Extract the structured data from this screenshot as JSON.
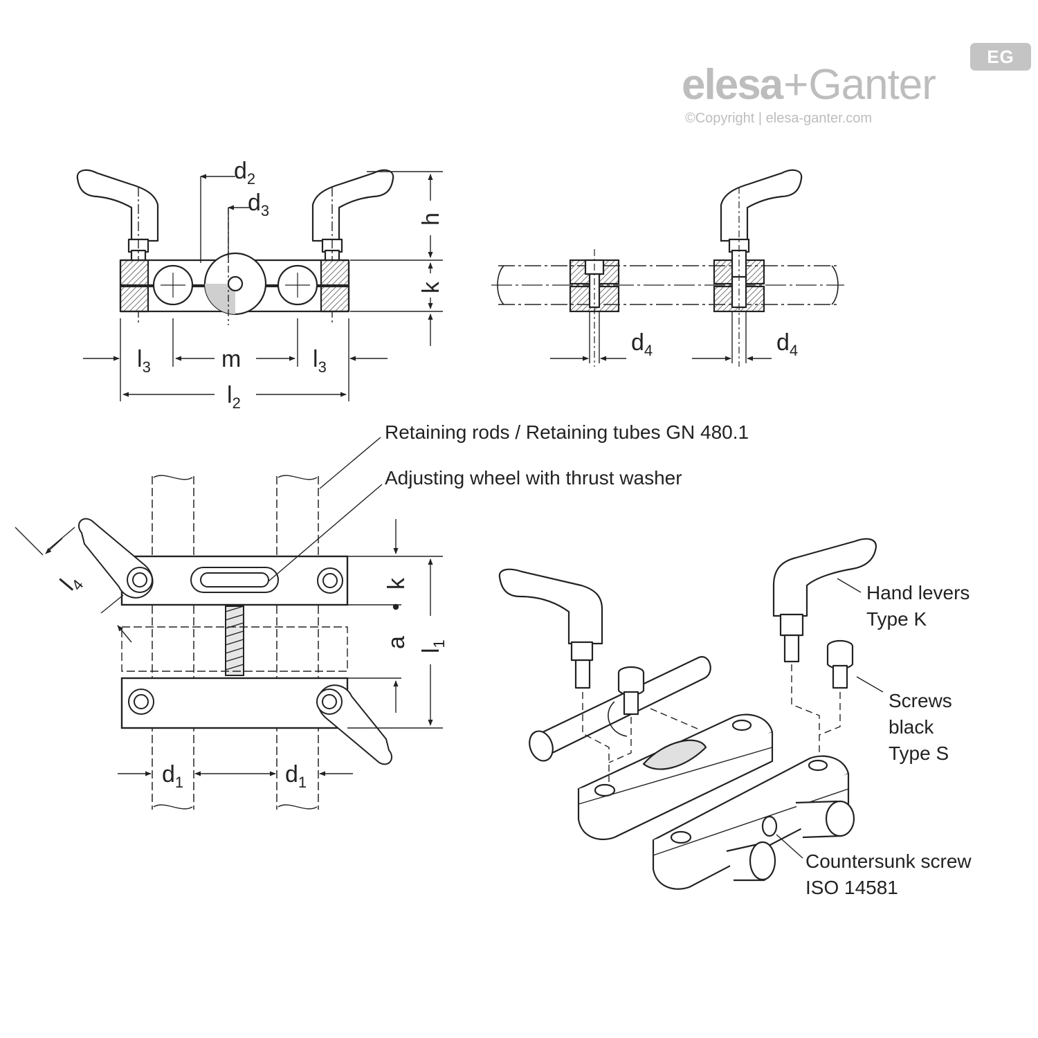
{
  "brand": {
    "badge": "EG",
    "name_left": "elesa",
    "name_plus": "+",
    "name_right": "Ganter",
    "copyright": "©Copyright | elesa-ganter.com"
  },
  "dimensions": {
    "d2": "d",
    "d2_sub": "2",
    "d3": "d",
    "d3_sub": "3",
    "h": "h",
    "k_top": "k",
    "l3_left": "l",
    "l3_left_sub": "3",
    "m": "m",
    "l3_right": "l",
    "l3_right_sub": "3",
    "l2": "l",
    "l2_sub": "2",
    "d4_left": "d",
    "d4_left_sub": "4",
    "d4_right": "d",
    "d4_right_sub": "4",
    "l4": "l",
    "l4_sub": "4",
    "k_mid": "k",
    "a": "a",
    "l1": "l",
    "l1_sub": "1",
    "d1_left": "d",
    "d1_left_sub": "1",
    "d1_right": "d",
    "d1_right_sub": "1"
  },
  "callouts": {
    "retaining": "Retaining rods / Retaining tubes GN 480.1",
    "wheel": "Adjusting wheel with thrust washer",
    "levers_1": "Hand levers",
    "levers_2": "Type K",
    "screws_1": "Screws",
    "screws_2": "black",
    "screws_3": "Type S",
    "countersunk_1": "Countersunk screw",
    "countersunk_2": "ISO 14581"
  }
}
